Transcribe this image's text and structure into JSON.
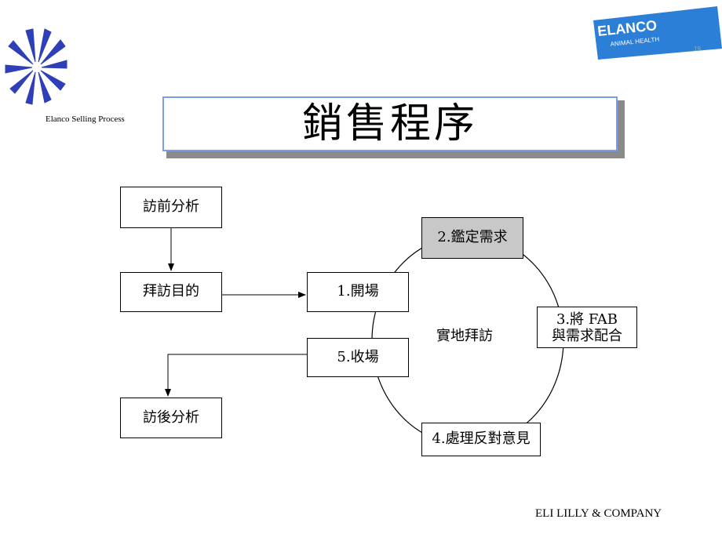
{
  "header": {
    "tagline": "Elanco Selling Process",
    "brand_name": "ELANCO",
    "brand_sub": "ANIMAL HEALTH",
    "page_mark": "19",
    "title": "銷售程序"
  },
  "flow": {
    "pre_visit": "訪前分析",
    "visit_purpose": "拜訪目的",
    "post_visit": "訪後分析",
    "center": "實地拜訪",
    "steps": [
      {
        "label": "1.開場"
      },
      {
        "label": "2.鑑定需求"
      },
      {
        "label_line1": "3.將 FAB",
        "label_line2": "與需求配合"
      },
      {
        "label": "4.處理反對意見"
      },
      {
        "label": "5.收場"
      }
    ]
  },
  "footer": {
    "company": "ELI LILLY & COMPANY"
  },
  "colors": {
    "logo_blue": "#2f3fb8",
    "badge_blue": "#2c7fd6",
    "title_border": "#7b9ce8",
    "highlight_gray": "#c8c8c8"
  }
}
